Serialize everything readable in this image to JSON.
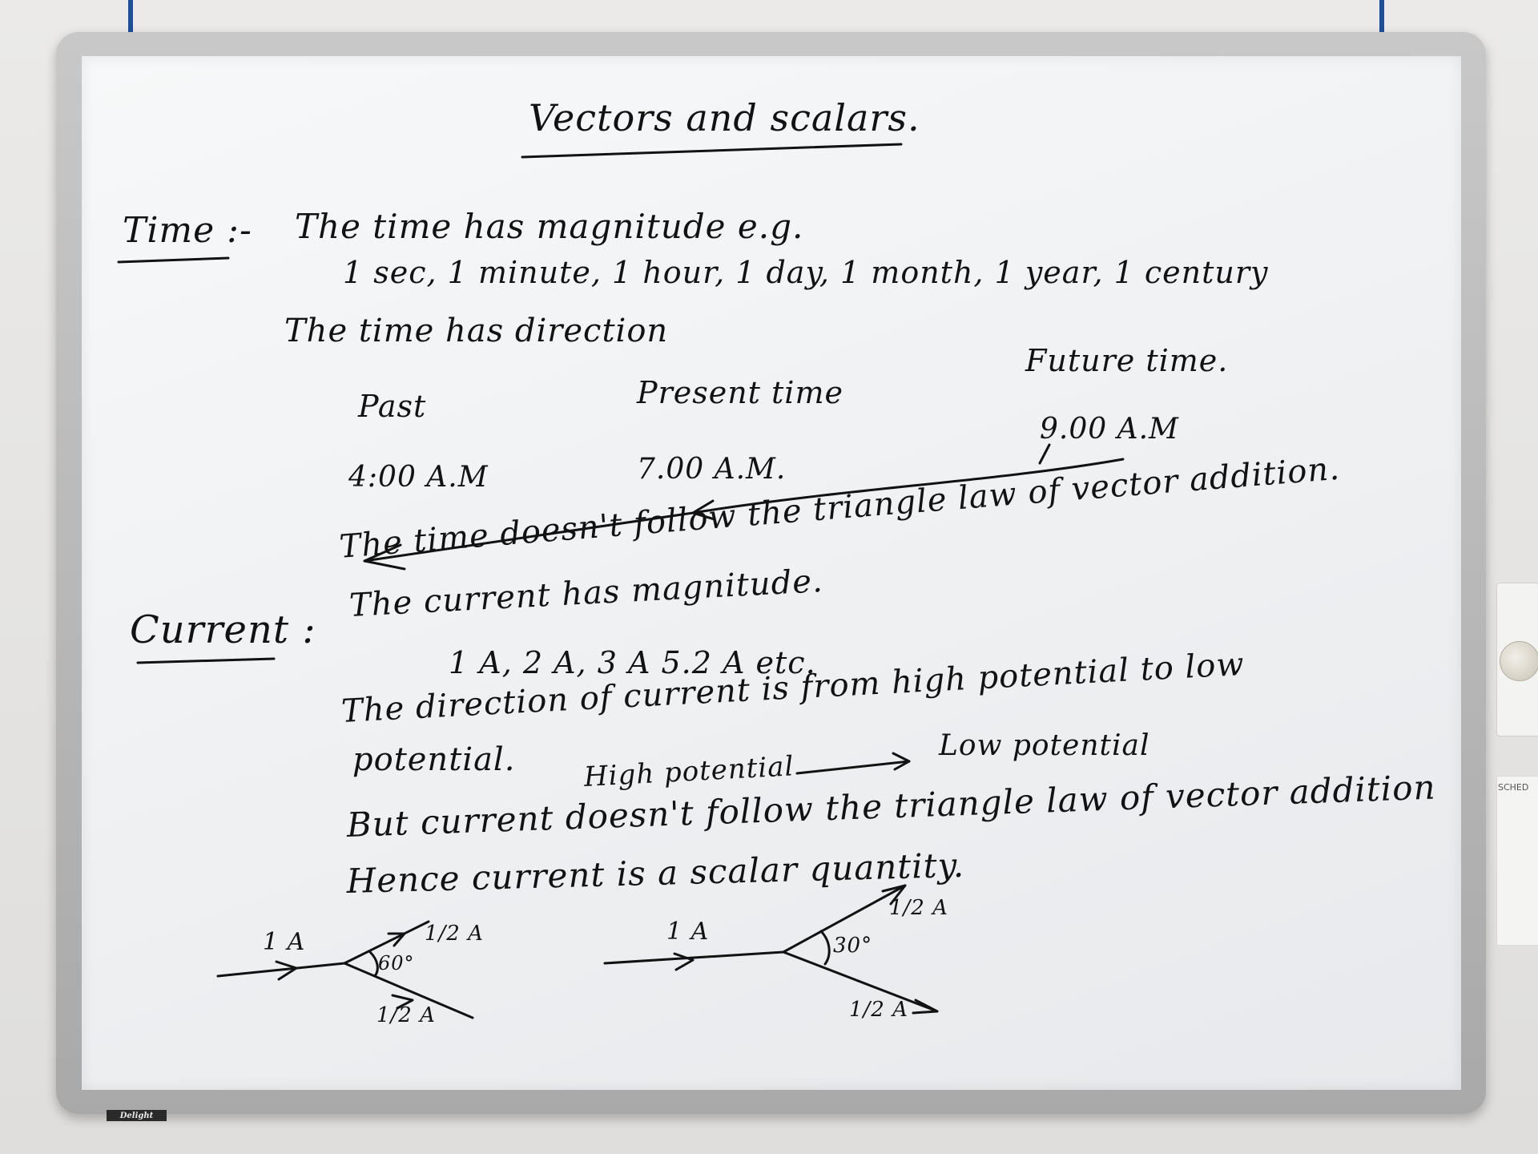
{
  "board": {
    "title": "Vectors and scalars.",
    "brand": "Delight",
    "ink_color": "#121212"
  },
  "time_section": {
    "heading": "Time :-",
    "line1": "The time has magnitude  e.g.",
    "examples": "1 sec,  1 minute,  1 hour,  1 day,  1 month,  1 year,  1 century",
    "direction": "The time has direction",
    "label_past": "Past",
    "label_present": "Present time",
    "label_future": "Future time.",
    "time_past": "4:00 A.M",
    "time_present": "7.00 A.M.",
    "time_future": "9.00 A.M",
    "conclusion": "The time doesn't follow the triangle law of vector addition."
  },
  "current_section": {
    "heading": "Current :",
    "line1": "The current has magnitude.",
    "examples": "1 A,  2 A,  3 A   5.2 A etc.",
    "direction_line1": "The direction of current is from high potential to low",
    "direction_line2": "potential.",
    "high": "High potential",
    "low": "Low potential",
    "conclusion1": "But current doesn't follow the triangle law of vector addition",
    "conclusion2": "Hence current is a scalar quantity."
  },
  "diagram_left": {
    "input": "1 A",
    "branch_up": "1/2 A",
    "branch_down": "1/2 A",
    "angle": "60°"
  },
  "diagram_right": {
    "input": "1 A",
    "branch_up": "1/2 A",
    "branch_down": "1/2 A",
    "angle": "30°"
  },
  "sidebar_note": {
    "title": "SCHED"
  }
}
